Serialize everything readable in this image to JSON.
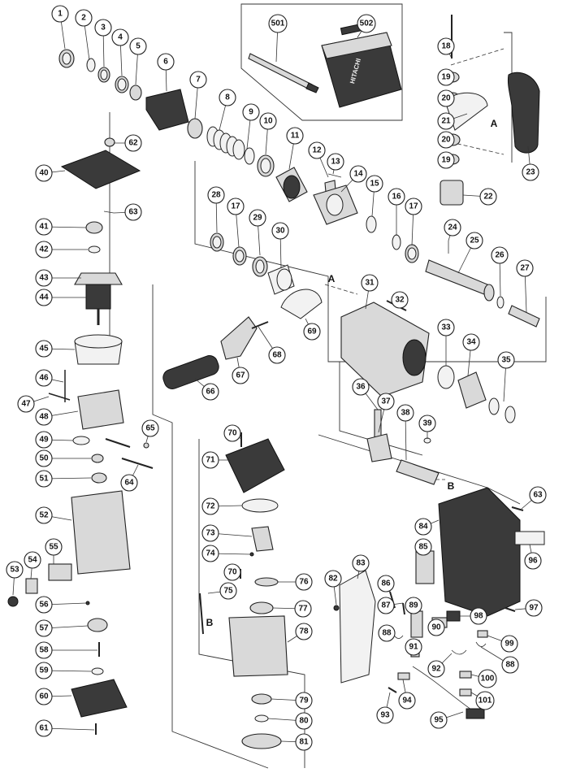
{
  "letter_labels": [
    {
      "id": "A1",
      "text": "A"
    },
    {
      "id": "A2",
      "text": "A"
    },
    {
      "id": "B1",
      "text": "B"
    },
    {
      "id": "B2",
      "text": "B"
    }
  ],
  "callouts": [
    {
      "n": "1"
    },
    {
      "n": "2"
    },
    {
      "n": "3"
    },
    {
      "n": "4"
    },
    {
      "n": "5"
    },
    {
      "n": "6"
    },
    {
      "n": "7"
    },
    {
      "n": "8"
    },
    {
      "n": "9"
    },
    {
      "n": "10"
    },
    {
      "n": "11"
    },
    {
      "n": "12"
    },
    {
      "n": "13"
    },
    {
      "n": "14"
    },
    {
      "n": "15"
    },
    {
      "n": "16"
    },
    {
      "n": "17"
    },
    {
      "n": "17"
    },
    {
      "n": "18"
    },
    {
      "n": "19"
    },
    {
      "n": "19"
    },
    {
      "n": "20"
    },
    {
      "n": "20"
    },
    {
      "n": "21"
    },
    {
      "n": "22"
    },
    {
      "n": "23"
    },
    {
      "n": "24"
    },
    {
      "n": "25"
    },
    {
      "n": "26"
    },
    {
      "n": "27"
    },
    {
      "n": "28"
    },
    {
      "n": "29"
    },
    {
      "n": "30"
    },
    {
      "n": "31"
    },
    {
      "n": "32"
    },
    {
      "n": "33"
    },
    {
      "n": "34"
    },
    {
      "n": "35"
    },
    {
      "n": "36"
    },
    {
      "n": "37"
    },
    {
      "n": "38"
    },
    {
      "n": "39"
    },
    {
      "n": "40"
    },
    {
      "n": "41"
    },
    {
      "n": "42"
    },
    {
      "n": "43"
    },
    {
      "n": "44"
    },
    {
      "n": "45"
    },
    {
      "n": "46"
    },
    {
      "n": "47"
    },
    {
      "n": "48"
    },
    {
      "n": "49"
    },
    {
      "n": "50"
    },
    {
      "n": "51"
    },
    {
      "n": "52"
    },
    {
      "n": "53"
    },
    {
      "n": "54"
    },
    {
      "n": "55"
    },
    {
      "n": "56"
    },
    {
      "n": "57"
    },
    {
      "n": "58"
    },
    {
      "n": "59"
    },
    {
      "n": "60"
    },
    {
      "n": "61"
    },
    {
      "n": "62"
    },
    {
      "n": "63"
    },
    {
      "n": "63"
    },
    {
      "n": "64"
    },
    {
      "n": "65"
    },
    {
      "n": "66"
    },
    {
      "n": "67"
    },
    {
      "n": "68"
    },
    {
      "n": "69"
    },
    {
      "n": "70"
    },
    {
      "n": "70"
    },
    {
      "n": "71"
    },
    {
      "n": "72"
    },
    {
      "n": "73"
    },
    {
      "n": "74"
    },
    {
      "n": "75"
    },
    {
      "n": "76"
    },
    {
      "n": "77"
    },
    {
      "n": "78"
    },
    {
      "n": "79"
    },
    {
      "n": "80"
    },
    {
      "n": "81"
    },
    {
      "n": "82"
    },
    {
      "n": "83"
    },
    {
      "n": "84"
    },
    {
      "n": "85"
    },
    {
      "n": "86"
    },
    {
      "n": "87"
    },
    {
      "n": "88"
    },
    {
      "n": "88"
    },
    {
      "n": "89"
    },
    {
      "n": "90"
    },
    {
      "n": "91"
    },
    {
      "n": "92"
    },
    {
      "n": "93"
    },
    {
      "n": "94"
    },
    {
      "n": "95"
    },
    {
      "n": "96"
    },
    {
      "n": "97"
    },
    {
      "n": "98"
    },
    {
      "n": "99"
    },
    {
      "n": "100"
    },
    {
      "n": "101"
    },
    {
      "n": "501"
    },
    {
      "n": "502"
    }
  ],
  "case_brand": "HITACHI"
}
